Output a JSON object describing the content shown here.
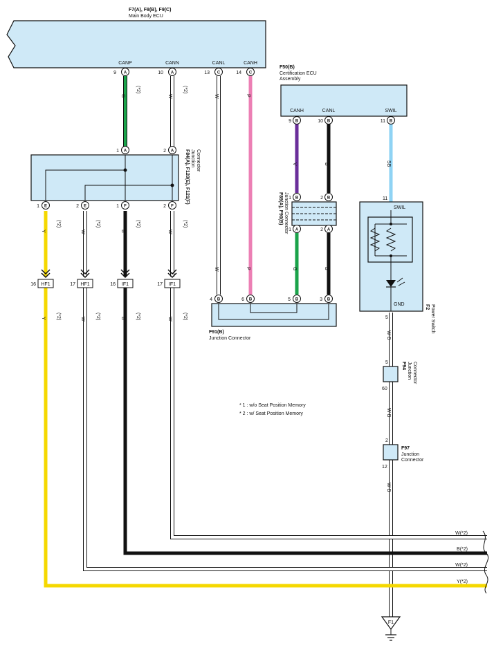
{
  "colors": {
    "G": "#1aa34a",
    "W": "#ffffff",
    "P": "#ec7fb4",
    "V": "#6a2e9a",
    "B": "#111111",
    "SB": "#8fd3f4",
    "Y": "#f5d800",
    "WB": "#ffffff",
    "component_fill": "#cfe9f7"
  },
  "main_ecu": {
    "ref": "F7(A), F8(B), F9(C)",
    "name": "Main Body ECU",
    "pins": [
      {
        "name": "CANP",
        "num": "9",
        "conn": "A"
      },
      {
        "name": "CANN",
        "num": "10",
        "conn": "A"
      },
      {
        "name": "CANL",
        "num": "13",
        "conn": "C"
      },
      {
        "name": "CANH",
        "num": "14",
        "conn": "C"
      }
    ]
  },
  "cert_ecu": {
    "ref": "F50(B)",
    "name_line1": "Certification ECU",
    "name_line2": "Assembly",
    "pins": [
      {
        "name": "CANH",
        "num": "9",
        "conn": "B"
      },
      {
        "name": "CANL",
        "num": "10",
        "conn": "B"
      },
      {
        "name": "SWIL",
        "num": "11",
        "conn": "B"
      }
    ]
  },
  "jc_left": {
    "ref": "F84(A), F120(E), F121(F)",
    "name_line1": "Junction",
    "name_line2": "Connector",
    "top_pins": [
      {
        "num": "1",
        "conn": "A"
      },
      {
        "num": "2",
        "conn": "A"
      }
    ],
    "bottom_pins": [
      {
        "num": "1",
        "conn": "E"
      },
      {
        "num": "2",
        "conn": "E"
      },
      {
        "num": "1",
        "conn": "F"
      },
      {
        "num": "2",
        "conn": "F"
      }
    ]
  },
  "jc_mid": {
    "ref": "F89(A), F90(B)",
    "name": "Junction Connector",
    "top_pins": [
      {
        "num": "1",
        "conn": "B"
      },
      {
        "num": "2",
        "conn": "B"
      }
    ],
    "bottom_pins": [
      {
        "num": "1",
        "conn": "A"
      },
      {
        "num": "2",
        "conn": "A"
      }
    ]
  },
  "jc_f91": {
    "ref": "F91(B)",
    "name": "Junction Connector",
    "pins": [
      {
        "num": "4",
        "conn": "B"
      },
      {
        "num": "6",
        "conn": "B"
      },
      {
        "num": "5",
        "conn": "B"
      },
      {
        "num": "3",
        "conn": "B"
      }
    ]
  },
  "power_switch": {
    "ref": "F2",
    "name": "Power Switch",
    "top_pin": "11",
    "top_label": "SWIL",
    "bottom_label": "GND",
    "bottom_pin": "5"
  },
  "f94": {
    "ref": "F94",
    "name_line1": "Junction",
    "name_line2": "Connector",
    "pin_top": "5",
    "pin_bottom": "60"
  },
  "f97": {
    "ref": "F97",
    "name_line1": "Junction",
    "name_line2": "Connector",
    "pin_top": "2",
    "pin_bottom": "12"
  },
  "ground": {
    "ref": "F1"
  },
  "inline_connectors": [
    {
      "num": "16",
      "name": "HF1"
    },
    {
      "num": "17",
      "name": "HF1"
    },
    {
      "num": "16",
      "name": "IF1"
    },
    {
      "num": "17",
      "name": "IF1"
    }
  ],
  "wire_labels": {
    "g_top": "G",
    "w_top": "W",
    "w_canl": "W",
    "p_canh": "P",
    "v_mid": "V",
    "b_mid": "B",
    "sb": "SB",
    "y1": "Y",
    "w1": "W",
    "b1": "B",
    "w2": "W",
    "y2": "Y",
    "w3": "W",
    "b2": "B",
    "w4": "W",
    "g_mid": "G",
    "b_mid2": "B",
    "wb1": "W-B",
    "wb2": "W-B",
    "wb3": "W-B"
  },
  "star2": "(*2)",
  "edge_labels": [
    "W(*2)",
    "B(*2)",
    "W(*2)",
    "Y(*2)"
  ],
  "notes": [
    "* 1 : w/o Seat Position Memory",
    "* 2 : w/ Seat Position Memory"
  ]
}
